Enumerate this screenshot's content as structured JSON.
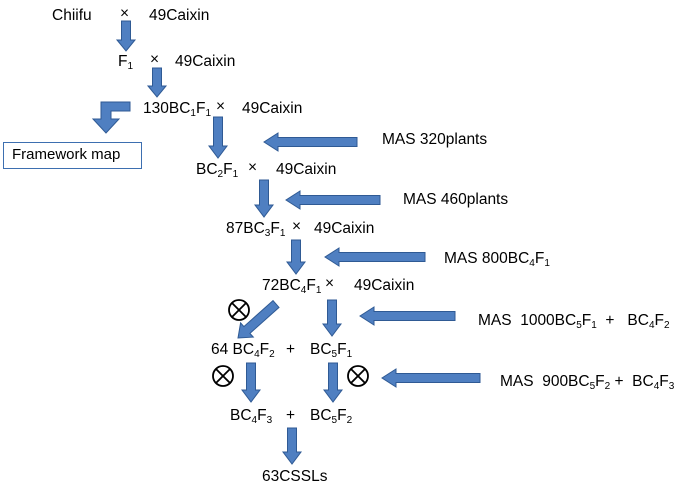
{
  "generations": [
    {
      "id": "g1",
      "parts": [
        "Chiifu"
      ]
    },
    {
      "id": "g2",
      "parts": [
        "F",
        "1"
      ]
    },
    {
      "id": "g3",
      "parts": [
        "130BC",
        "1",
        "F",
        "1"
      ]
    },
    {
      "id": "g4",
      "parts": [
        "BC",
        "2",
        "F",
        "1"
      ]
    },
    {
      "id": "g5",
      "parts": [
        "87BC",
        "3",
        "F",
        "1"
      ]
    },
    {
      "id": "g6",
      "parts": [
        "72BC",
        "4",
        "F",
        "1"
      ]
    },
    {
      "id": "g7a",
      "parts": [
        "64 BC",
        "4",
        "F",
        "2"
      ]
    },
    {
      "id": "g7b",
      "parts": [
        "BC",
        "5",
        "F",
        "1"
      ]
    },
    {
      "id": "g8a",
      "parts": [
        "BC",
        "4",
        "F",
        "3"
      ]
    },
    {
      "id": "g8b",
      "parts": [
        "BC",
        "5",
        "F",
        "2"
      ]
    },
    {
      "id": "g9",
      "parts": [
        "63CSSLs"
      ]
    }
  ],
  "cross_symbol": "×",
  "plus_symbol": "+",
  "parent": "49Caixin",
  "selection": [
    {
      "id": "s1",
      "parts": [
        "MAS 320plants"
      ]
    },
    {
      "id": "s2",
      "parts": [
        "MAS 460plants"
      ]
    },
    {
      "id": "s3",
      "parts": [
        "MAS 800BC",
        "4",
        "F",
        "1"
      ]
    },
    {
      "id": "s4",
      "parts": [
        "MAS  1000BC",
        "5",
        "F",
        "1",
        "  +   BC",
        "4",
        "F",
        "2"
      ]
    },
    {
      "id": "s5",
      "parts": [
        "MAS  900BC",
        "5",
        "F",
        "2",
        " +  BC",
        "4",
        "F",
        "3"
      ]
    }
  ],
  "framework_box": "Framework map",
  "colors": {
    "arrow_fill": "#4f7fc1",
    "arrow_stroke": "#2f5a94",
    "box_border": "#3d6fb0",
    "selfing_symbol": "#000000"
  }
}
